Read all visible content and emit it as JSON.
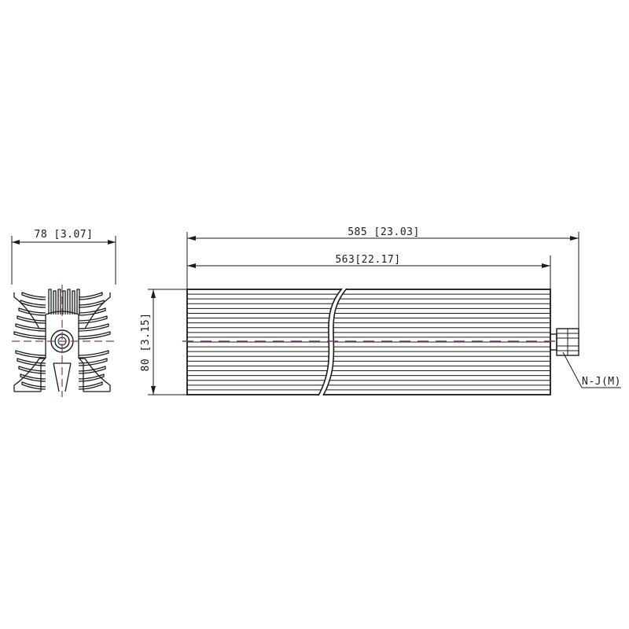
{
  "colors": {
    "line": "#1a1a1a",
    "centerline": "#7b3a78",
    "background": "#ffffff"
  },
  "dimensions": {
    "end_width": "78 [3.07]",
    "overall_length": "585 [23.03]",
    "body_length": "563[22.17]",
    "height": "80 [3.15]"
  },
  "callouts": {
    "connector": "N-J(M)"
  }
}
